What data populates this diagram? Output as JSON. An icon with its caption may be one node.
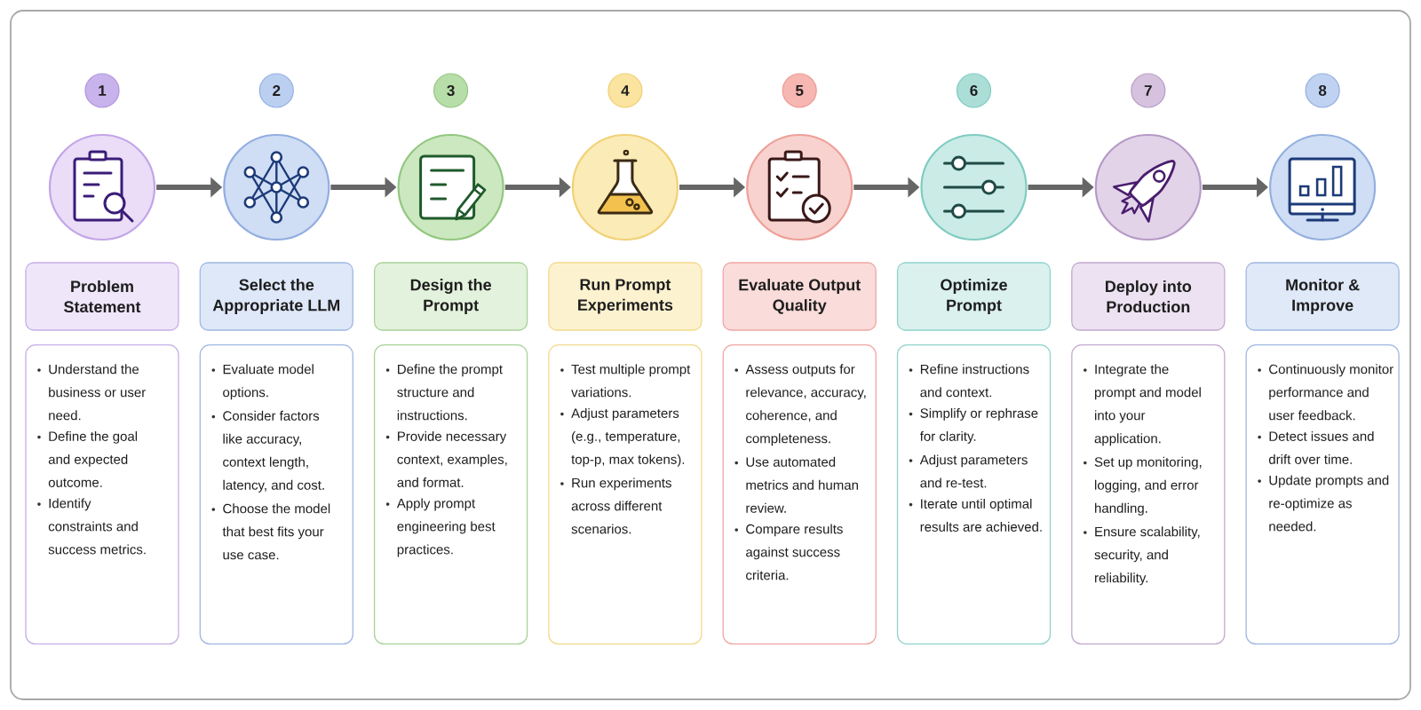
{
  "diagram": {
    "nodes": [
      {
        "text": [
          "1"
        ]
      },
      {
        "text": [],
        "shape": "circle"
      },
      {
        "text": [
          "Problem Statement"
        ]
      },
      {
        "text": [
          "Understand the business or user need.",
          "Define the goal and expected outcome.",
          "Identify constraints and success metrics."
        ]
      },
      {
        "text": [
          "2"
        ]
      },
      {
        "text": [],
        "shape": "circle"
      },
      {
        "text": [
          "Select the Appropriate LLM"
        ]
      },
      {
        "text": [
          "Evaluate model options.",
          "Consider factors like accuracy, context length, latency, and cost.",
          "Choose the model that best fits your use case."
        ]
      },
      {
        "text": [
          "3"
        ]
      },
      {
        "text": [],
        "shape": "circle"
      },
      {
        "text": [
          "Design the Prompt"
        ]
      },
      {
        "text": [
          "Define the prompt structure and instructions.",
          "Provide necessary context, examples, and format.",
          "Apply prompt engineering best practices."
        ]
      },
      {
        "text": [
          "4"
        ]
      },
      {
        "text": [],
        "shape": "circle"
      },
      {
        "text": [
          "Run Prompt Experiments"
        ]
      },
      {
        "text": [
          "Test multiple prompt variations.",
          "Adjust parameters (e.g., temperature, top-p, max tokens).",
          "Run experiments across different scenarios."
        ]
      },
      {
        "text": [
          "5"
        ]
      },
      {
        "text": [],
        "shape": "circle"
      },
      {
        "text": [
          "Evaluate Output Quality"
        ]
      },
      {
        "text": [
          "Assess outputs for relevance, accuracy, coherence, and completeness.",
          "Use automated metrics and human review.",
          "Compare results against success criteria."
        ]
      },
      {
        "text": [
          "6"
        ]
      },
      {
        "text": [],
        "shape": "circle"
      },
      {
        "text": [
          "Optimize Prompt"
        ]
      },
      {
        "text": [
          "Refine instructions and context.",
          "Simplify or rephrase for clarity.",
          "Adjust parameters and re-test.",
          "Iterate until optimal results are achieved."
        ]
      },
      {
        "text": [
          "7"
        ]
      },
      {
        "text": [],
        "shape": "circle"
      },
      {
        "text": [
          "Deploy into Production"
        ]
      },
      {
        "text": [
          "Integrate the prompt and model into your application.",
          "Set up monitoring, logging, and error handling.",
          "Ensure scalability, security, and reliability."
        ]
      },
      {
        "text": [
          "8"
        ]
      },
      {
        "text": [],
        "shape": "circle"
      },
      {
        "text": [
          "Monitor & Improve"
        ]
      },
      {
        "text": [
          "Continuously monitor performance and user feedback.",
          "Detect issues and drift over time.",
          "Update prompts and re-optimize as needed."
        ]
      }
    ],
    "edges": [
      {
        "from": 1,
        "to": 5,
        "arrow": "to"
      },
      {
        "from": 5,
        "to": 9,
        "arrow": "to"
      },
      {
        "from": 9,
        "to": 13,
        "arrow": "to"
      },
      {
        "from": 13,
        "to": 17,
        "arrow": "to"
      },
      {
        "from": 17,
        "to": 21,
        "arrow": "to"
      },
      {
        "from": 21,
        "to": 25,
        "arrow": "to"
      },
      {
        "from": 25,
        "to": 29,
        "arrow": "to"
      }
    ]
  }
}
